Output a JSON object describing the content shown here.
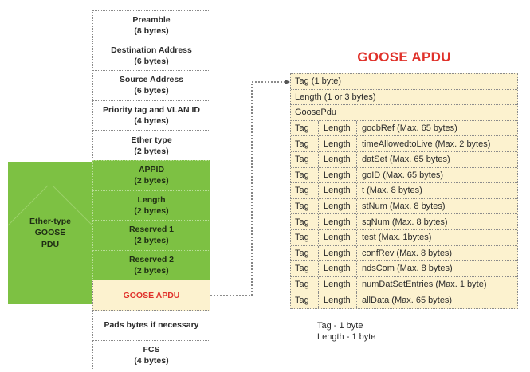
{
  "frame": {
    "fields": [
      {
        "name": "Preamble",
        "size": "(8 bytes)"
      },
      {
        "name": "Destination Address",
        "size": "(6 bytes)"
      },
      {
        "name": "Source Address",
        "size": "(6 bytes)"
      },
      {
        "name": "Priority tag and VLAN ID",
        "size": "(4 bytes)"
      },
      {
        "name": "Ether type",
        "size": "(2 bytes)"
      },
      {
        "name": "APPID",
        "size": "(2 bytes)"
      },
      {
        "name": "Length",
        "size": "(2 bytes)"
      },
      {
        "name": "Reserved 1",
        "size": "(2 bytes)"
      },
      {
        "name": "Reserved 2",
        "size": "(2 bytes)"
      },
      {
        "name": "GOOSE APDU",
        "size": ""
      },
      {
        "name": "Pads bytes if necessary",
        "size": ""
      },
      {
        "name": "FCS",
        "size": "(4 bytes)"
      }
    ],
    "group_label_1": "Ether-type",
    "group_label_2": "GOOSE",
    "group_label_3": "PDU"
  },
  "apdu": {
    "title": "GOOSE APDU",
    "header_rows": [
      "Tag (1 byte)",
      "Length (1 or 3 bytes)",
      "GoosePdu"
    ],
    "rows": [
      {
        "tag": "Tag",
        "length": "Length",
        "field": "gocbRef (Max. 65 bytes)"
      },
      {
        "tag": "Tag",
        "length": "Length",
        "field": "timeAllowedtoLive (Max. 2 bytes)"
      },
      {
        "tag": "Tag",
        "length": "Length",
        "field": "datSet (Max. 65 bytes)"
      },
      {
        "tag": "Tag",
        "length": "Length",
        "field": "goID (Max. 65 bytes)"
      },
      {
        "tag": "Tag",
        "length": "Length",
        "field": "t (Max. 8 bytes)"
      },
      {
        "tag": "Tag",
        "length": "Length",
        "field": "stNum (Max. 8 bytes)"
      },
      {
        "tag": "Tag",
        "length": "Length",
        "field": "sqNum (Max. 8 bytes)"
      },
      {
        "tag": "Tag",
        "length": "Length",
        "field": "test (Max. 1bytes)"
      },
      {
        "tag": "Tag",
        "length": "Length",
        "field": "confRev (Max. 8 bytes)"
      },
      {
        "tag": "Tag",
        "length": "Length",
        "field": "ndsCom (Max. 8 bytes)"
      },
      {
        "tag": "Tag",
        "length": "Length",
        "field": "numDatSetEntries (Max. 1 byte)"
      },
      {
        "tag": "Tag",
        "length": "Length",
        "field": "allData (Max. 65 bytes)"
      }
    ]
  },
  "notes": {
    "line1": "Tag - 1 byte",
    "line2": "Length - 1 byte"
  },
  "colors": {
    "green": "#7dc143",
    "apdu_bg": "#fcf2cf",
    "accent_red": "#e0322b"
  }
}
